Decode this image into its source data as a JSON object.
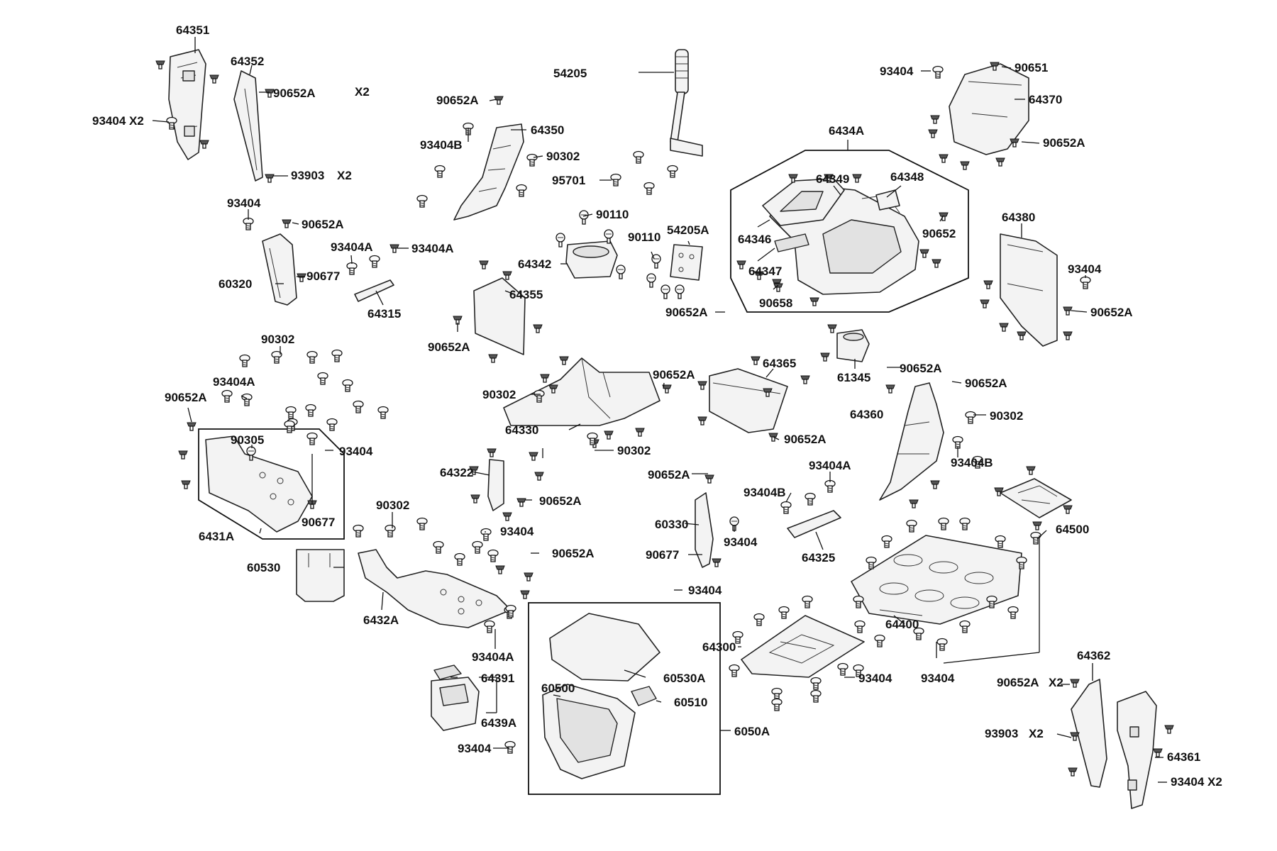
{
  "diagram": {
    "callouts": {
      "c64351": "64351",
      "c64352": "64352",
      "c90652A_x2_top": "90652A",
      "x2_top": "X2",
      "c93404_x2_left": "93404 X2",
      "c93903_top": "93903",
      "x2_93903": "X2",
      "c90652A_bracket": "90652A",
      "c54205": "54205",
      "c64350": "64350",
      "c93404B_left": "93404B",
      "c90302_a": "90302",
      "c95701": "95701",
      "c93404_top": "93404",
      "c90652A_b": "90652A",
      "c93404A_a": "93404A",
      "c93404A_b": "93404A",
      "c90677_a": "90677",
      "c60320": "60320",
      "c64315": "64315",
      "c90110_a": "90110",
      "c90110_b": "90110",
      "c54205A": "54205A",
      "c64342": "64342",
      "c64355": "64355",
      "c90652A_c": "90652A",
      "c90652A_d": "90652A",
      "c6434A": "6434A",
      "c64349": "64349",
      "c64348": "64348",
      "c64346": "64346",
      "c90652": "90652",
      "c64347": "64347",
      "c90658": "90658",
      "c93404_tr": "93404",
      "c90651": "90651",
      "c64370": "64370",
      "c90652A_tr": "90652A",
      "c64380": "64380",
      "c93404_r": "93404",
      "c90652A_r": "90652A",
      "c90302_b": "90302",
      "c90652A_e": "90652A",
      "c93404A_c": "93404A",
      "c90302_c": "90302",
      "c64330": "64330",
      "c90652A_f": "90652A",
      "c90302_d": "90302",
      "c64365": "64365",
      "c90652A_g": "90652A",
      "c61345": "61345",
      "c90652A_h": "90652A",
      "c90652A_i": "90652A",
      "c64360": "64360",
      "c90302_e": "90302",
      "c93404B_r": "93404B",
      "c90305": "90305",
      "c93404_mid": "93404",
      "c90677_b": "90677",
      "c6431A": "6431A",
      "c64322": "64322",
      "c90652A_j": "90652A",
      "c90652A_k": "90652A",
      "c93404A_d": "93404A",
      "c93404B_c": "93404B",
      "c60330": "60330",
      "c93404_e": "93404",
      "c90677_c": "90677",
      "c64325": "64325",
      "c90302_f": "90302",
      "c93404_f": "93404",
      "c90652A_l": "90652A",
      "c60530": "60530",
      "c6432A": "6432A",
      "c93404_g": "93404",
      "c64500": "64500",
      "c64400": "64400",
      "c64300": "64300",
      "c93404_h": "93404",
      "c93404_i": "93404",
      "c93404A_e": "93404A",
      "c64391": "64391",
      "c60500": "60500",
      "c60530A": "60530A",
      "c60510": "60510",
      "c6439A": "6439A",
      "c6050A": "6050A",
      "c93404_j": "93404",
      "c64362": "64362",
      "c90652A_x2_br": "90652A",
      "x2_br1": "X2",
      "c93903_br": "93903",
      "x2_br2": "X2",
      "c64361": "64361",
      "c93404_x2_br": "93404 X2"
    }
  }
}
